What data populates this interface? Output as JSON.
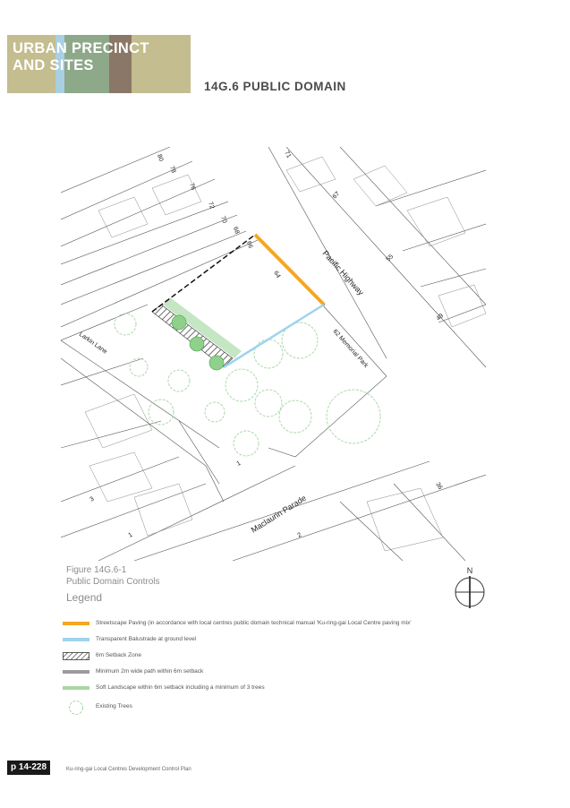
{
  "header": {
    "banner_line1": "URBAN PRECINCT",
    "banner_line2": "AND SITES",
    "section_title": "14G.6 PUBLIC DOMAIN"
  },
  "colors": {
    "banner_base": "#c3bd8f",
    "banner_blue": "#a9cfe3",
    "banner_green": "#8ea88a",
    "banner_brown": "#8b7767",
    "streetscape_paving": "#f5a623",
    "balustrade": "#9fd3ee",
    "soft_landscape": "#a7d8a4",
    "path": "#9b9b9b"
  },
  "map": {
    "street_pacific_highway": "Pacific Highway",
    "street_larkin_lane": "Larkin Lane",
    "street_maclaurin_parade": "Maclaurin Parade",
    "park_label": "62 Memorial Park",
    "lot_numbers": [
      "80",
      "78",
      "76",
      "72",
      "70",
      "68",
      "66",
      "64",
      "71",
      "67",
      "55",
      "49",
      "36",
      "2",
      "1",
      "1",
      "3"
    ]
  },
  "figure": {
    "number": "Figure 14G.6-1",
    "title": "Public Domain Controls",
    "legend_heading": "Legend"
  },
  "north_label": "N",
  "legend": [
    {
      "symbol": "orange-line-icon",
      "label": "Streetscape Paving (in accordance with local centres public domain technical manual 'Ku-ring-gai Local Centre paving mix'"
    },
    {
      "symbol": "blue-line-icon",
      "label": "Transparent Balustrade at ground level"
    },
    {
      "symbol": "hatched-box-icon",
      "label": "6m Setback Zone"
    },
    {
      "symbol": "grey-line-icon",
      "label": "Minimum 2m wide path within 6m setback"
    },
    {
      "symbol": "green-line-icon",
      "label": "Soft Landscape within 6m setback including a minimum of 3 trees"
    },
    {
      "symbol": "tree-icon",
      "label": "Existing Trees"
    }
  ],
  "footer": {
    "page_number": "p 14-228",
    "document_title": "Ku-ring-gai Local Centres Development Control Plan"
  }
}
